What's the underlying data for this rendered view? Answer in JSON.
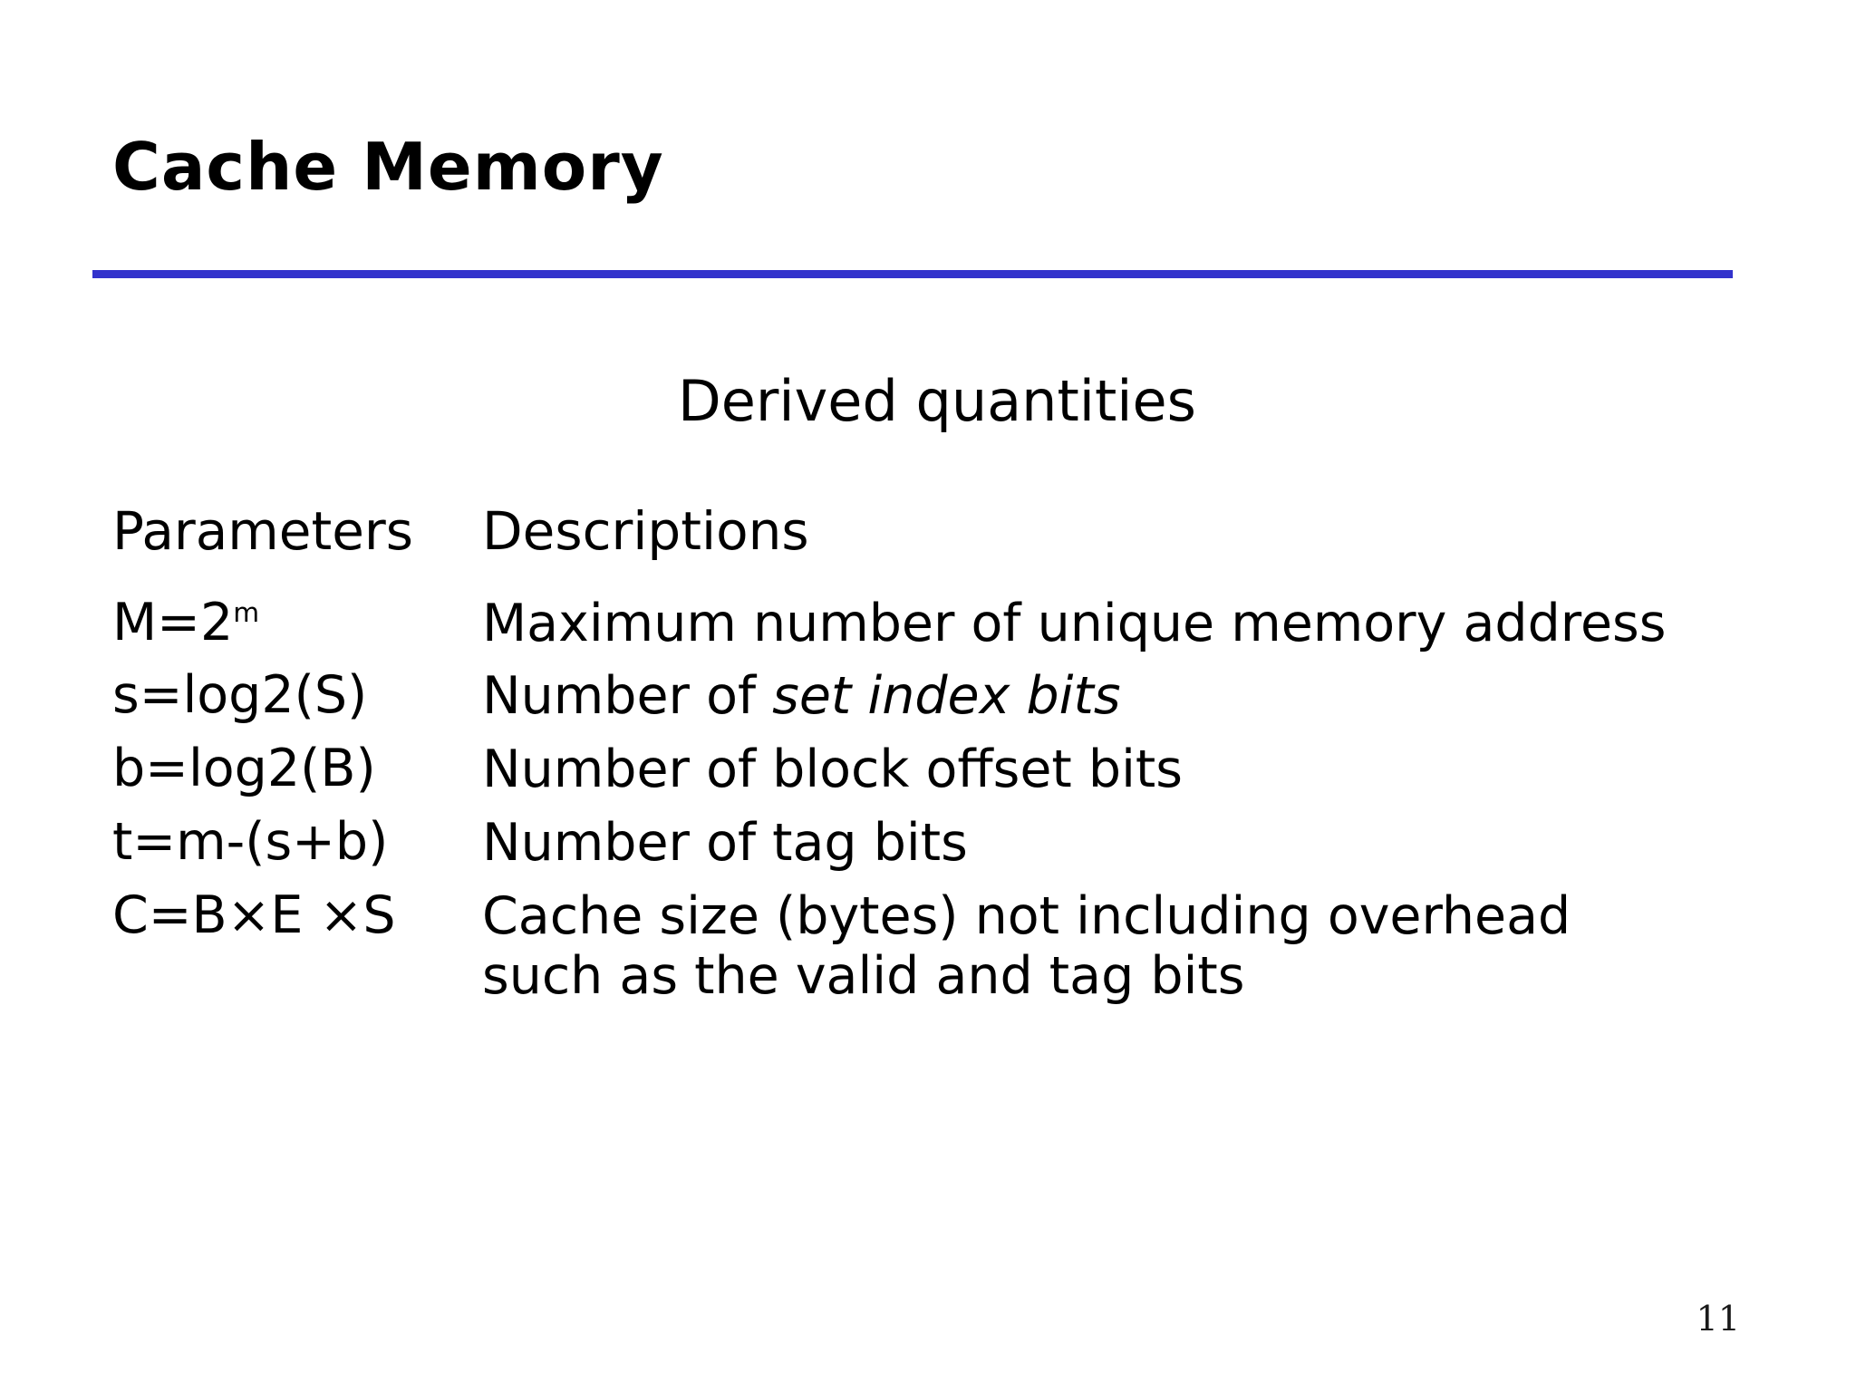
{
  "slide": {
    "title": "Cache Memory",
    "section_heading": "Derived quantities",
    "page_number": "11",
    "accent_color": "#3333cc",
    "background_color": "#ffffff",
    "text_color": "#000000"
  },
  "table": {
    "headers": {
      "parameters": "Parameters",
      "descriptions": "Descriptions"
    },
    "rows": [
      {
        "param_base": "M=2",
        "param_exponent": "m",
        "desc_line1": "Maximum number of unique memory address",
        "desc_line2": ""
      },
      {
        "param_base": "s=log2(S)",
        "param_exponent": "",
        "desc_prefix": "Number of ",
        "desc_italic": "set index bits",
        "desc_line2": ""
      },
      {
        "param_base": "b=log2(B)",
        "param_exponent": "",
        "desc_line1": "Number of block offset bits",
        "desc_line2": ""
      },
      {
        "param_base": "t=m-(s+b)",
        "param_exponent": "",
        "desc_line1": "Number of tag bits",
        "desc_line2": ""
      },
      {
        "param_base": "C=B×E ×S",
        "param_exponent": "",
        "desc_line1": "Cache size (bytes) not including overhead",
        "desc_line2": "such as the valid and tag bits"
      }
    ]
  }
}
